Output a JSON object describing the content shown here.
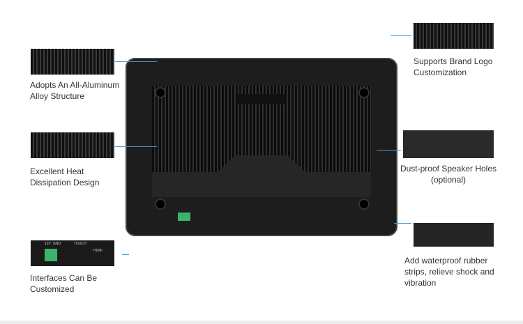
{
  "features": [
    {
      "label_line1": "Adopts An All-Aluminum",
      "label_line2": "Alloy Structure"
    },
    {
      "label_line1": "Excellent Heat",
      "label_line2": "Dissipation Design"
    },
    {
      "label_line1": "Interfaces Can Be",
      "label_line2": "Customized"
    },
    {
      "label_line1": "Supports Brand Logo",
      "label_line2": "Customization"
    },
    {
      "label_line1": "Dust-proof Speaker Holes",
      "label_line2": "(optional)"
    },
    {
      "label_line1": "Add waterproof rubber",
      "label_line2": "strips, relieve shock and",
      "label_line3": "vibration"
    }
  ],
  "port_labels": {
    "v12": "12V",
    "gnd": "GND",
    "touch": "TOUCH",
    "hdmi": "HDMI"
  },
  "accent": "#3a9ad9"
}
